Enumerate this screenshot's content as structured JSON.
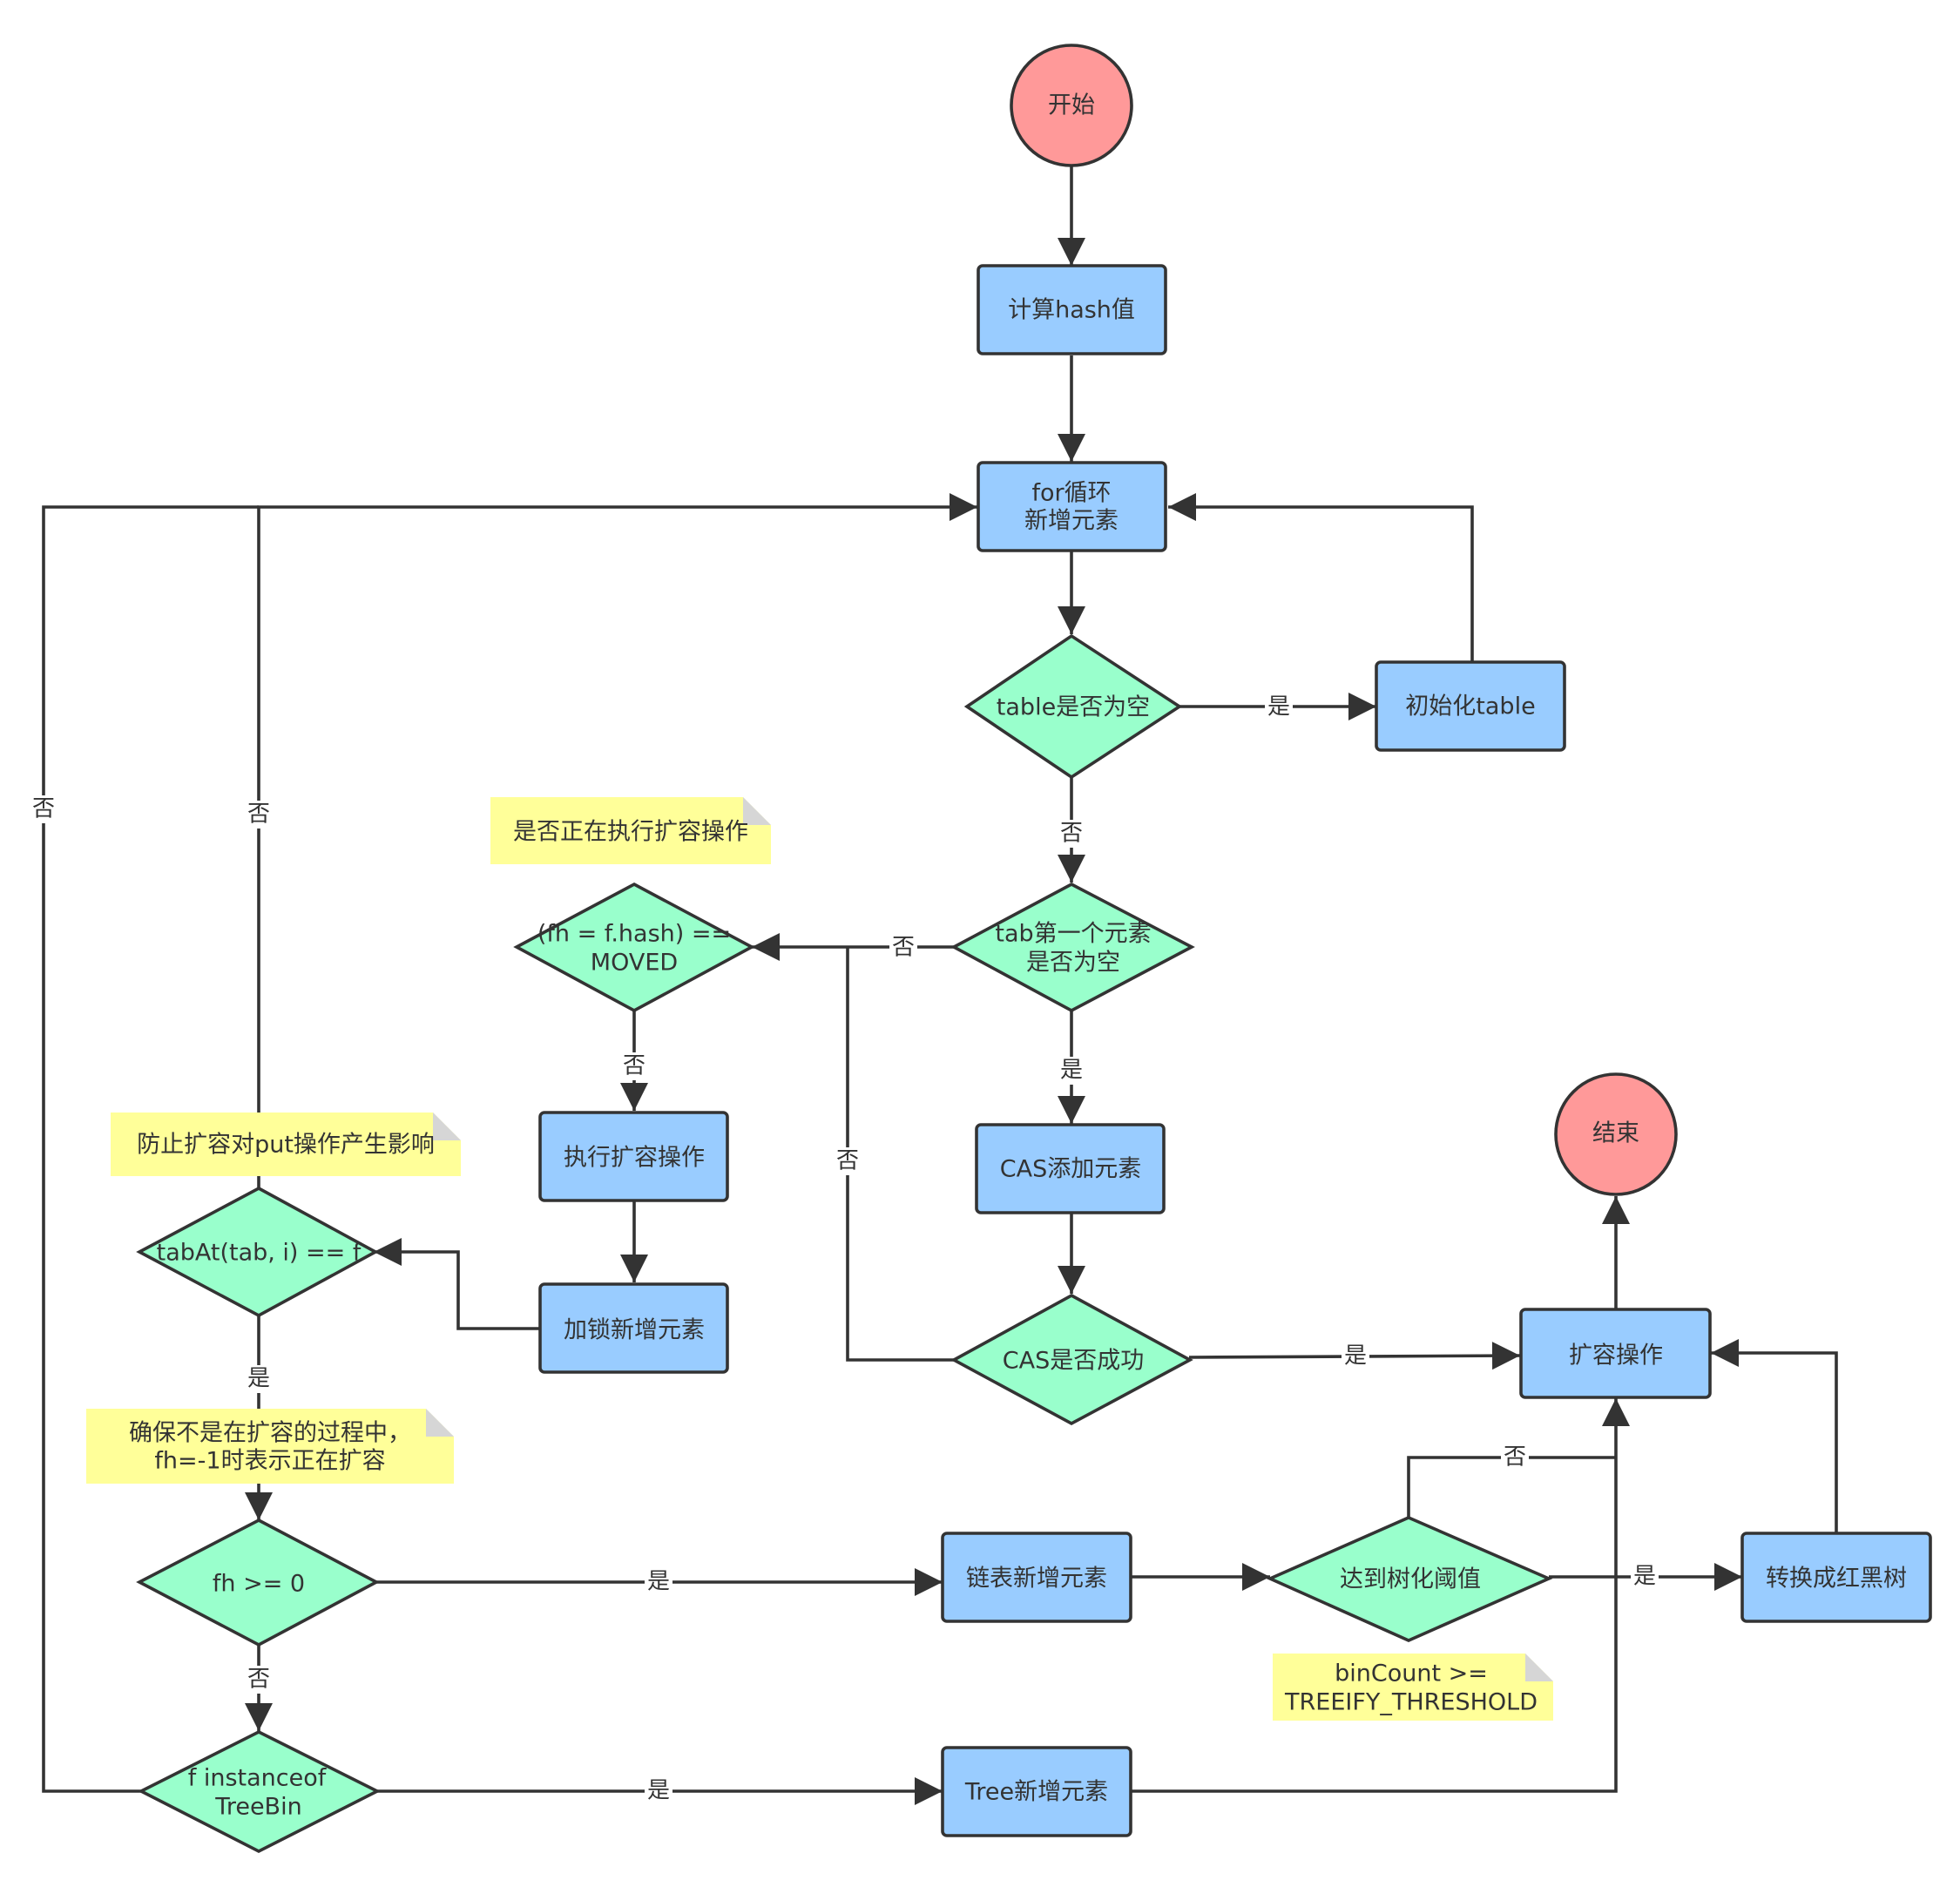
{
  "nodes": {
    "start": "开始",
    "compute_hash": "计算hash值",
    "for_loop": [
      "for循环",
      "新增元素"
    ],
    "table_empty": "table是否为空",
    "init_table": "初始化table",
    "first_elem_empty": [
      "tab第一个元素",
      "是否为空"
    ],
    "fh_moved": [
      "(fh = f.hash) ==",
      "MOVED"
    ],
    "do_resize": "执行扩容操作",
    "cas_add": "CAS添加元素",
    "end": "结束",
    "lock_add": "加锁新增元素",
    "tabat_eq_f": "tabAt(tab, i) == f",
    "cas_success": "CAS是否成功",
    "resize": "扩容操作",
    "fh_ge_0": "fh >= 0",
    "list_add": "链表新增元素",
    "treeify_threshold": "达到树化阈值",
    "to_rbtree": "转换成红黑树",
    "instanceof_treebin": [
      "f instanceof",
      "TreeBin"
    ],
    "tree_add": "Tree新增元素"
  },
  "notes": {
    "check_resizing": "是否正在执行扩容操作",
    "prevent_resize": "防止扩容对put操作产生影响",
    "ensure_not_resizing": [
      "确保不是在扩容的过程中，",
      "fh=-1时表示正在扩容"
    ],
    "bincount": [
      "binCount >=",
      "TREEIFY_THRESHOLD"
    ]
  },
  "edge_labels": {
    "yes": "是",
    "no": "否"
  },
  "colors": {
    "process": "#99ccff",
    "decision": "#99ffcc",
    "terminal": "#ff9999",
    "note": "#ffff99",
    "stroke": "#333333"
  }
}
